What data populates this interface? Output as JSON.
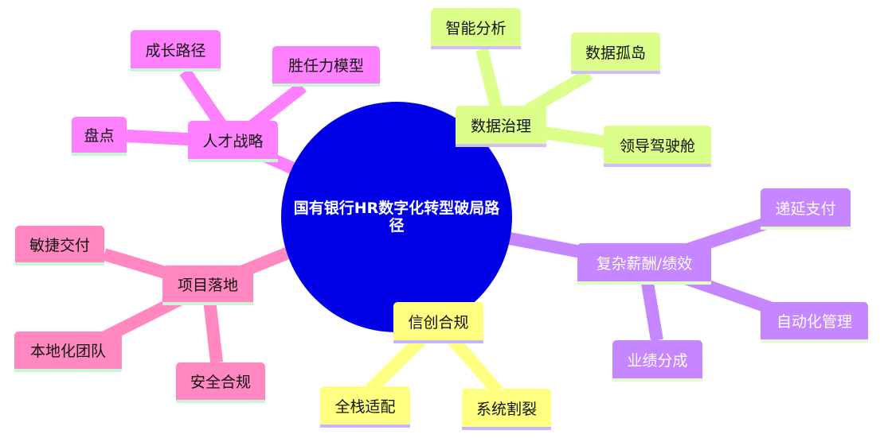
{
  "root": "国有银行HR数字化转型破局路径",
  "branches": [
    {
      "label": "数据治理",
      "color": "#dbff8a",
      "children": [
        "智能分析",
        "数据孤岛",
        "领导驾驶舱"
      ]
    },
    {
      "label": "人才战略",
      "color": "#ff80ff",
      "children": [
        "成长路径",
        "胜任力模型",
        "盘点"
      ]
    },
    {
      "label": "复杂薪酬/绩效",
      "color": "#c586ff",
      "children": [
        "递延支付",
        "自动化管理",
        "业绩分成"
      ]
    },
    {
      "label": "项目落地",
      "color": "#ff88c0",
      "children": [
        "敏捷交付",
        "本地化团队",
        "安全合规"
      ]
    },
    {
      "label": "信创合规",
      "color": "#ffff80",
      "children": [
        "全栈适配",
        "系统割裂"
      ]
    }
  ]
}
